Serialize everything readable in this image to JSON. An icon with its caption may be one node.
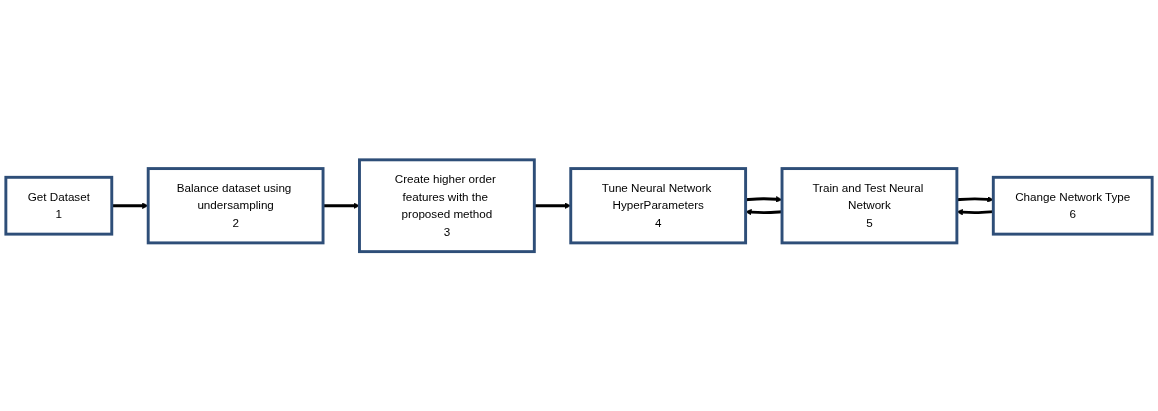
{
  "diagram": {
    "nodes": [
      {
        "text": [
          "Get Dataset",
          "1"
        ]
      },
      {
        "text": [
          "Balance dataset using undersampling",
          "2"
        ]
      },
      {
        "text": [
          "Create higher order features with the proposed method",
          "3"
        ]
      },
      {
        "text": [
          "Change Network Type",
          "6"
        ]
      },
      {
        "text": [
          "Train and Test Neural Network",
          "5"
        ]
      },
      {
        "text": [
          "Tune Neural Network HyperParameters",
          "4"
        ]
      }
    ],
    "edges": [
      {
        "from": 0,
        "to": 1,
        "arrow": "to"
      },
      {
        "from": 1,
        "to": 2,
        "arrow": "to"
      },
      {
        "from": 2,
        "to": 5,
        "arrow": "to"
      },
      {
        "from": 5,
        "to": 4,
        "arrow": "to"
      },
      {
        "from": 4,
        "to": 3,
        "arrow": "to"
      },
      {
        "from": 3,
        "to": 4,
        "arrow": "to"
      },
      {
        "from": 4,
        "to": 5,
        "arrow": "to"
      }
    ]
  }
}
